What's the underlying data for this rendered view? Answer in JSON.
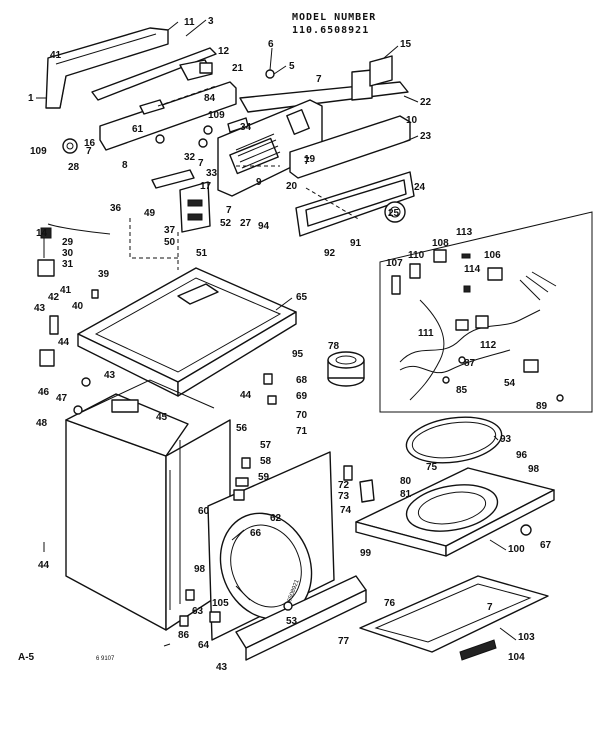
{
  "header": {
    "line1": "MODEL NUMBER",
    "line2": "110.6508921"
  },
  "page_id": "A-5",
  "small_mark": "6 9107",
  "serial_stamp": "6508921",
  "callouts": [
    {
      "id": "c1",
      "text": "1"
    },
    {
      "id": "c3",
      "text": "3"
    },
    {
      "id": "c5",
      "text": "5"
    },
    {
      "id": "c6",
      "text": "6"
    },
    {
      "id": "c7a",
      "text": "7"
    },
    {
      "id": "c7b",
      "text": "7"
    },
    {
      "id": "c7c",
      "text": "7"
    },
    {
      "id": "c7d",
      "text": "7"
    },
    {
      "id": "c7e",
      "text": "7"
    },
    {
      "id": "c7f",
      "text": "7"
    },
    {
      "id": "c8",
      "text": "8"
    },
    {
      "id": "c9",
      "text": "9"
    },
    {
      "id": "c10",
      "text": "10"
    },
    {
      "id": "c11",
      "text": "11"
    },
    {
      "id": "c12",
      "text": "12"
    },
    {
      "id": "c14",
      "text": "14"
    },
    {
      "id": "c15",
      "text": "15"
    },
    {
      "id": "c16",
      "text": "16"
    },
    {
      "id": "c17",
      "text": "17"
    },
    {
      "id": "c19",
      "text": "19"
    },
    {
      "id": "c20",
      "text": "20"
    },
    {
      "id": "c21",
      "text": "21"
    },
    {
      "id": "c22",
      "text": "22"
    },
    {
      "id": "c23",
      "text": "23"
    },
    {
      "id": "c24",
      "text": "24"
    },
    {
      "id": "c25",
      "text": "25"
    },
    {
      "id": "c27",
      "text": "27"
    },
    {
      "id": "c28",
      "text": "28"
    },
    {
      "id": "c29",
      "text": "29"
    },
    {
      "id": "c30",
      "text": "30"
    },
    {
      "id": "c31",
      "text": "31"
    },
    {
      "id": "c32",
      "text": "32"
    },
    {
      "id": "c33",
      "text": "33"
    },
    {
      "id": "c34",
      "text": "34"
    },
    {
      "id": "c36",
      "text": "36"
    },
    {
      "id": "c37",
      "text": "37"
    },
    {
      "id": "c39",
      "text": "39"
    },
    {
      "id": "c40",
      "text": "40"
    },
    {
      "id": "c41",
      "text": "41"
    },
    {
      "id": "c41b",
      "text": "41"
    },
    {
      "id": "c42",
      "text": "42"
    },
    {
      "id": "c43a",
      "text": "43"
    },
    {
      "id": "c43b",
      "text": "43"
    },
    {
      "id": "c43c",
      "text": "43"
    },
    {
      "id": "c44a",
      "text": "44"
    },
    {
      "id": "c44b",
      "text": "44"
    },
    {
      "id": "c44c",
      "text": "44"
    },
    {
      "id": "c45",
      "text": "45"
    },
    {
      "id": "c46",
      "text": "46"
    },
    {
      "id": "c47",
      "text": "47"
    },
    {
      "id": "c48",
      "text": "48"
    },
    {
      "id": "c49",
      "text": "49"
    },
    {
      "id": "c50",
      "text": "50"
    },
    {
      "id": "c51",
      "text": "51"
    },
    {
      "id": "c52",
      "text": "52"
    },
    {
      "id": "c53",
      "text": "53"
    },
    {
      "id": "c54",
      "text": "54"
    },
    {
      "id": "c56",
      "text": "56"
    },
    {
      "id": "c57",
      "text": "57"
    },
    {
      "id": "c58",
      "text": "58"
    },
    {
      "id": "c59",
      "text": "59"
    },
    {
      "id": "c60",
      "text": "60"
    },
    {
      "id": "c61",
      "text": "61"
    },
    {
      "id": "c62",
      "text": "62"
    },
    {
      "id": "c63",
      "text": "63"
    },
    {
      "id": "c64",
      "text": "64"
    },
    {
      "id": "c65",
      "text": "65"
    },
    {
      "id": "c66",
      "text": "66"
    },
    {
      "id": "c67",
      "text": "67"
    },
    {
      "id": "c68",
      "text": "68"
    },
    {
      "id": "c69",
      "text": "69"
    },
    {
      "id": "c70",
      "text": "70"
    },
    {
      "id": "c71",
      "text": "71"
    },
    {
      "id": "c72",
      "text": "72"
    },
    {
      "id": "c73",
      "text": "73"
    },
    {
      "id": "c74",
      "text": "74"
    },
    {
      "id": "c75",
      "text": "75"
    },
    {
      "id": "c76",
      "text": "76"
    },
    {
      "id": "c77",
      "text": "77"
    },
    {
      "id": "c78",
      "text": "78"
    },
    {
      "id": "c80",
      "text": "80"
    },
    {
      "id": "c81",
      "text": "81"
    },
    {
      "id": "c84",
      "text": "84"
    },
    {
      "id": "c85",
      "text": "85"
    },
    {
      "id": "c86",
      "text": "86"
    },
    {
      "id": "c87",
      "text": "87"
    },
    {
      "id": "c89",
      "text": "89"
    },
    {
      "id": "c91",
      "text": "91"
    },
    {
      "id": "c92",
      "text": "92"
    },
    {
      "id": "c93",
      "text": "93"
    },
    {
      "id": "c94",
      "text": "94"
    },
    {
      "id": "c95",
      "text": "95"
    },
    {
      "id": "c96",
      "text": "96"
    },
    {
      "id": "c98a",
      "text": "98"
    },
    {
      "id": "c98b",
      "text": "98"
    },
    {
      "id": "c99",
      "text": "99"
    },
    {
      "id": "c100",
      "text": "100"
    },
    {
      "id": "c103",
      "text": "103"
    },
    {
      "id": "c104",
      "text": "104"
    },
    {
      "id": "c105",
      "text": "105"
    },
    {
      "id": "c106",
      "text": "106"
    },
    {
      "id": "c107",
      "text": "107"
    },
    {
      "id": "c108",
      "text": "108"
    },
    {
      "id": "c109a",
      "text": "109"
    },
    {
      "id": "c109b",
      "text": "109"
    },
    {
      "id": "c110",
      "text": "110"
    },
    {
      "id": "c111",
      "text": "111"
    },
    {
      "id": "c112",
      "text": "112"
    },
    {
      "id": "c113",
      "text": "113"
    },
    {
      "id": "c114",
      "text": "114"
    }
  ]
}
